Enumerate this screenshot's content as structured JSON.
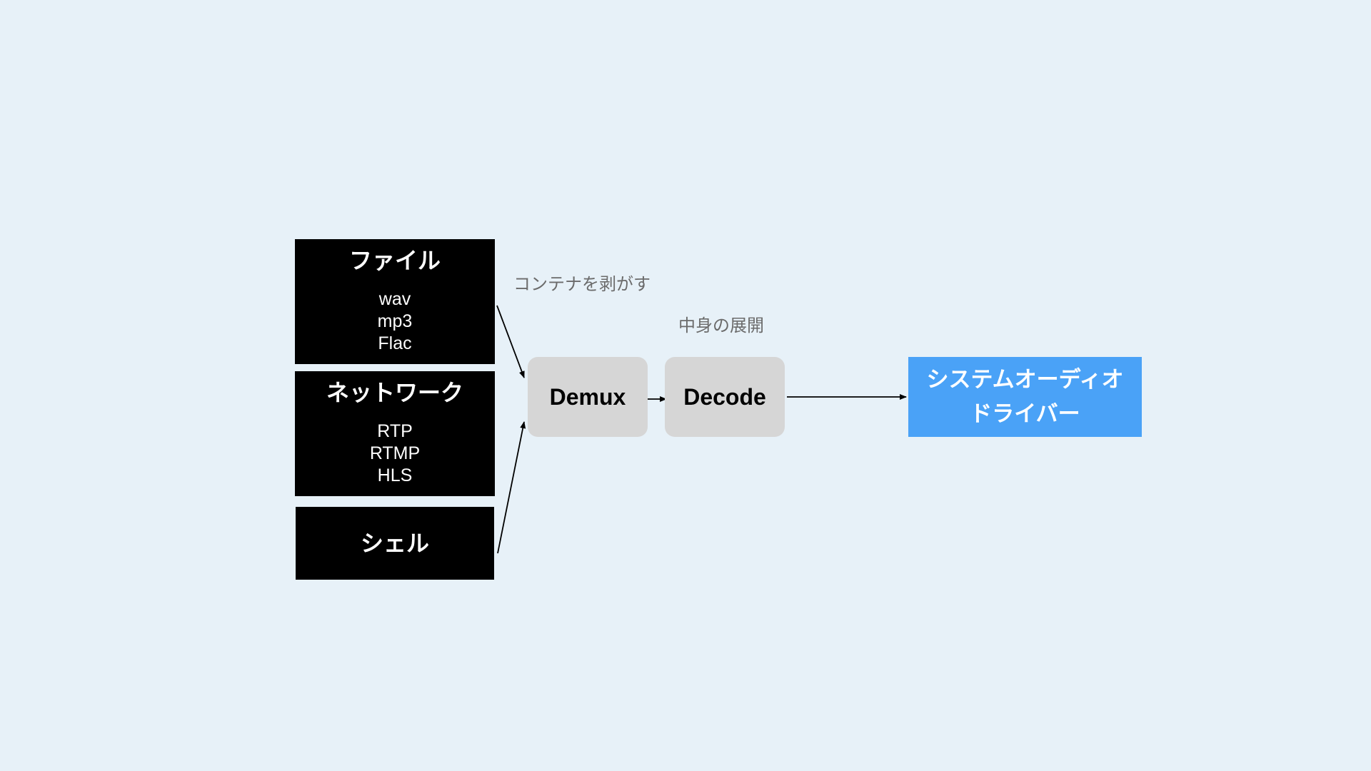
{
  "sources": {
    "file": {
      "title": "ファイル",
      "items": [
        "wav",
        "mp3",
        "Flac"
      ]
    },
    "network": {
      "title": "ネットワーク",
      "items": [
        "RTP",
        "RTMP",
        "HLS"
      ]
    },
    "shell": {
      "title": "シェル"
    }
  },
  "stages": {
    "demux": {
      "label": "Demux",
      "caption": "コンテナを剥がす"
    },
    "decode": {
      "label": "Decode",
      "caption": "中身の展開"
    }
  },
  "output": {
    "line1": "システムオーディオ",
    "line2": "ドライバー"
  },
  "colors": {
    "background": "#e7f1f8",
    "source_box": "#000000",
    "stage_box": "#d6d6d6",
    "output_box": "#4aa2f7"
  }
}
